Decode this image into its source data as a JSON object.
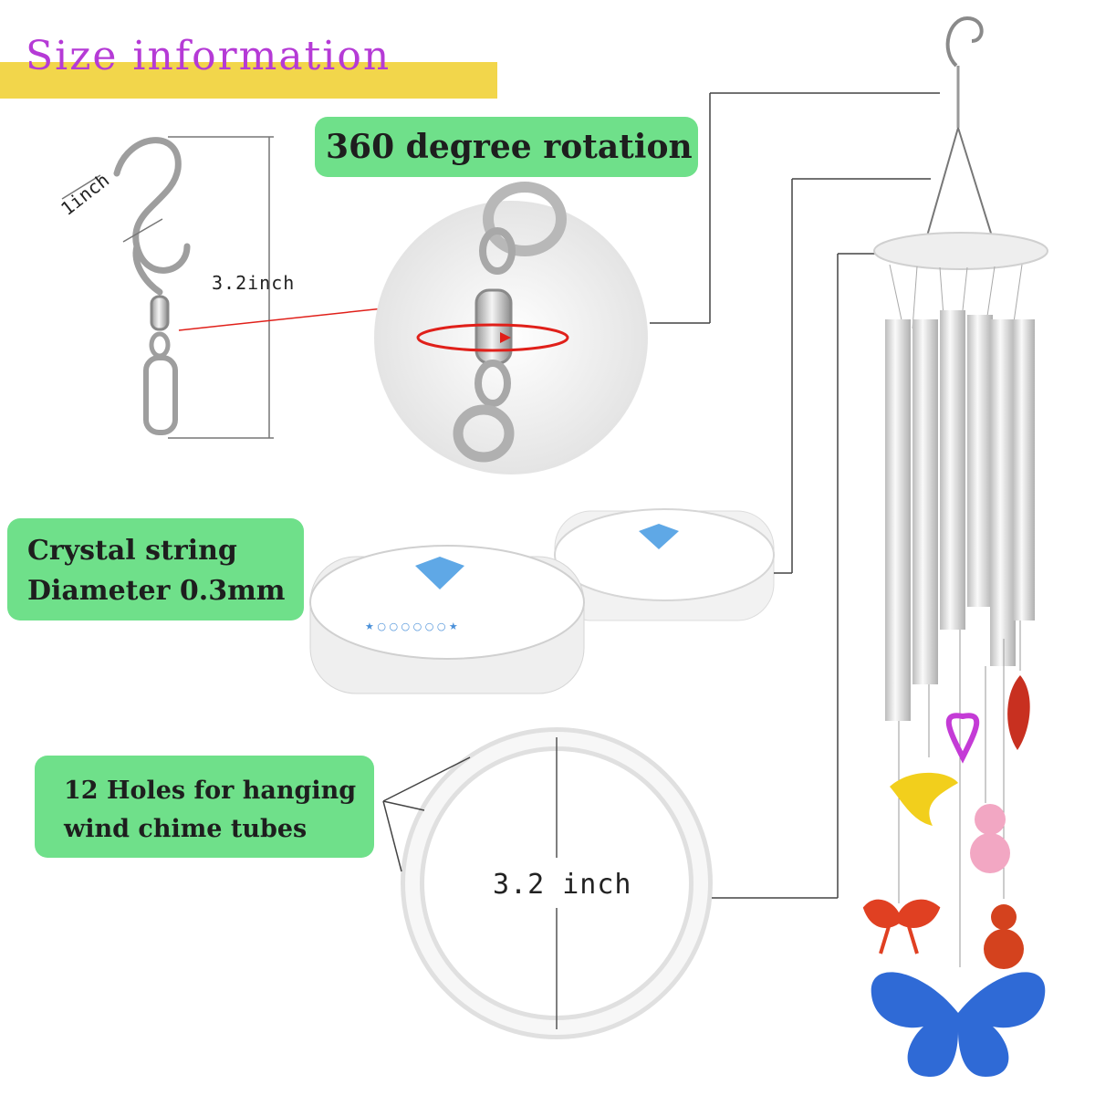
{
  "title": "Size information",
  "labels": {
    "hook_width": "1inch",
    "hook_length": "3.2inch",
    "ring_diameter": "3.2 inch"
  },
  "callouts": {
    "rotation": "360 degree rotation",
    "string_line1": "Crystal string",
    "string_line2": "Diameter 0.3mm",
    "holes_line1": "12 Holes for hanging",
    "holes_line2": "wind chime tubes"
  },
  "colors": {
    "title_text": "#b53ad6",
    "title_band": "#f2d64b",
    "callout_bg": "#6fe08a",
    "rotation_arrow": "#e0201a"
  }
}
